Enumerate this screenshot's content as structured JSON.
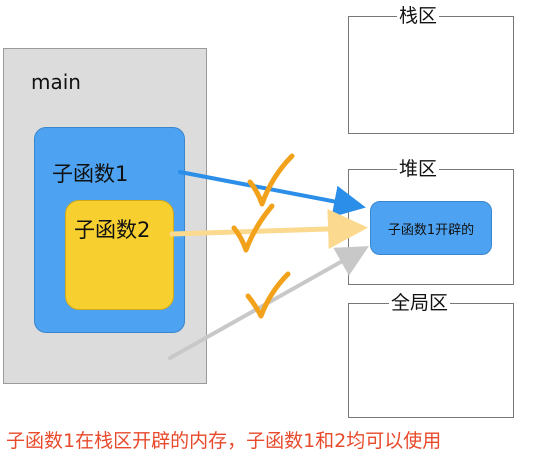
{
  "main": {
    "label": "main",
    "func1_label": "子函数1",
    "func2_label": "子函数2"
  },
  "regions": {
    "stack_title": "栈区",
    "heap_title": "堆区",
    "global_title": "全局区",
    "heap_block_label": "子函数1开辟的"
  },
  "caption": "子函数1在栈区开辟的内存，子函数1和2均可以使用",
  "colors": {
    "main_bg": "#dcdcdc",
    "func1_blue": "#4da3f2",
    "func2_yellow": "#f7d030",
    "arrow_blue": "#2b8ee8",
    "arrow_yellow": "#fbd98e",
    "arrow_gray": "#c8c8c8",
    "check_orange": "#f2a11a",
    "caption_red": "#e84a2c"
  },
  "icons": [
    "check-icon",
    "arrow-icon"
  ]
}
